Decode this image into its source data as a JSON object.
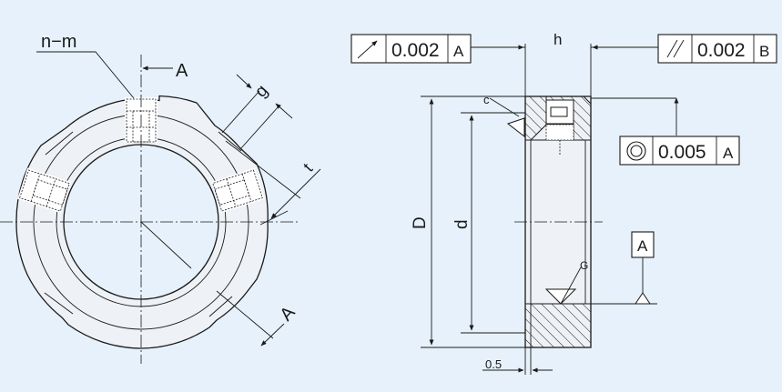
{
  "labels": {
    "n_m": "n−m",
    "view_arrow_top": "A",
    "view_arrow_bottom": "A",
    "g": "g",
    "t": "t",
    "h": "h",
    "D": "D",
    "d": "d",
    "c": "c",
    "G": "G",
    "datum_A": "A",
    "gap": "0.5"
  },
  "tolerance_frames": {
    "runout": {
      "value": "0.002",
      "datum": "A"
    },
    "parallelism": {
      "value": "0.002",
      "datum": "B"
    },
    "concentricity": {
      "value": "0.005",
      "datum": "A"
    }
  },
  "colors": {
    "background": "#e6f1fb",
    "line": "#1a1a1a",
    "part_fill": "#eef2f6"
  }
}
